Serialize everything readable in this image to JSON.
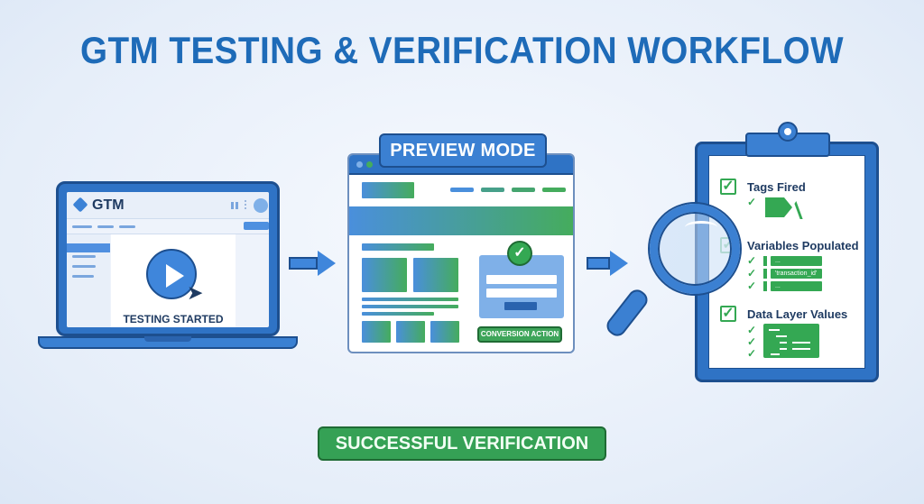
{
  "title": "GTM TESTING & VERIFICATION WORKFLOW",
  "colors": {
    "primary_blue": "#1e6bb8",
    "accent_blue": "#3f86db",
    "success_green": "#34a853",
    "dark_outline": "#1d4f8f"
  },
  "step1": {
    "app_name": "GTM",
    "icons": [
      "gtm-logo-icon",
      "apps-grid-icon",
      "more-vert-icon",
      "avatar-icon",
      "play-icon",
      "cursor-icon"
    ],
    "status_text": "TESTING STARTED"
  },
  "step2": {
    "badge": "PREVIEW MODE",
    "callout": "CONVERSION ACTION",
    "icons": [
      "check-circle-icon"
    ]
  },
  "step3": {
    "sections": [
      {
        "label": "Tags Fired",
        "icon": "tag-icon"
      },
      {
        "label": "Variables Populated",
        "rows": [
          "...",
          "'transaction_id'",
          "..."
        ]
      },
      {
        "label": "Data Layer Values",
        "icon": "code-block-icon"
      }
    ]
  },
  "result": "SUCCESSFUL VERIFICATION"
}
